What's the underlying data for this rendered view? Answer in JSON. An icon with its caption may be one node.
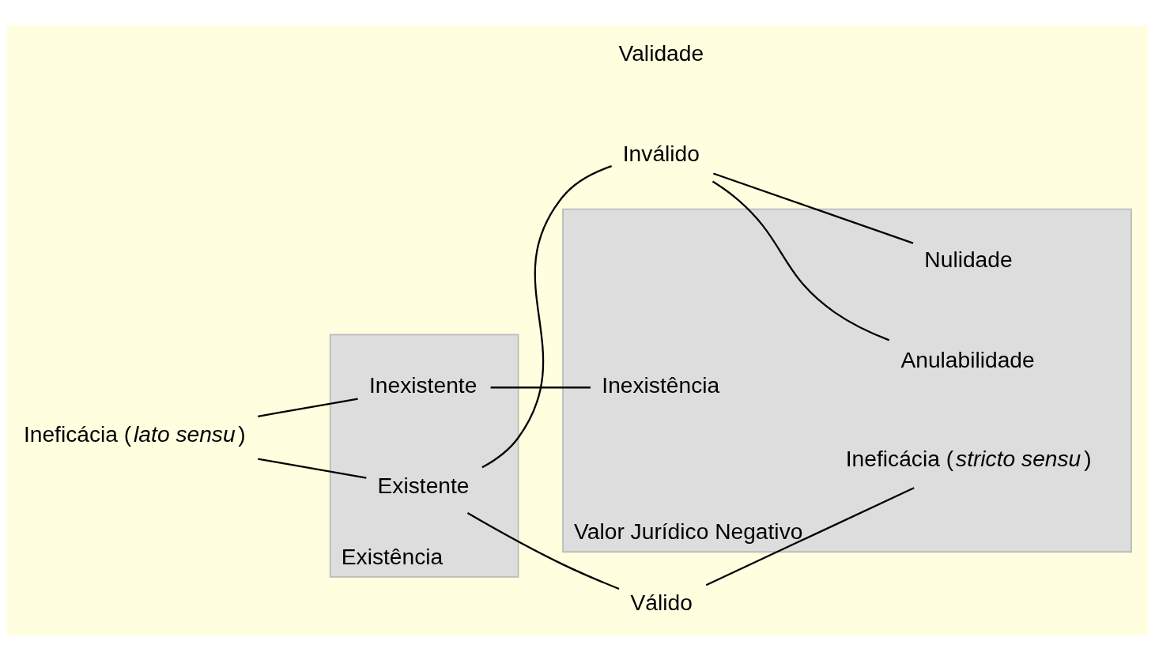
{
  "diagram": {
    "nodes": [
      {
        "text": [
          "Existência"
        ]
      },
      {
        "text": [
          "Valor Jurídico Negativo"
        ]
      },
      {
        "text": [
          "Ineficácia (*lato sensu*)"
        ]
      },
      {
        "text": [
          "Inexistente"
        ],
        "in": 0
      },
      {
        "text": [
          "Existente"
        ],
        "in": 0
      },
      {
        "text": [
          "Inválido"
        ]
      },
      {
        "text": [
          "Válido"
        ]
      },
      {
        "text": [
          "Inexistência"
        ],
        "in": 1
      },
      {
        "text": [
          "Nulidade"
        ],
        "in": 1
      },
      {
        "text": [
          "Anulabilidade"
        ],
        "in": 1
      },
      {
        "text": [
          "Ineficácia (*stricto sensu*)"
        ],
        "in": 1
      }
    ],
    "edges": [
      {
        "from": 2,
        "to": 3,
        "arrow": "none"
      },
      {
        "from": 2,
        "to": 4,
        "arrow": "none"
      },
      {
        "from": 4,
        "to": 5,
        "arrow": "none"
      },
      {
        "from": 4,
        "to": 6,
        "arrow": "none"
      },
      {
        "from": 5,
        "to": 8,
        "arrow": "none"
      },
      {
        "from": 5,
        "to": 9,
        "arrow": "none"
      },
      {
        "from": 3,
        "to": 7,
        "arrow": "none"
      },
      {
        "from": 6,
        "to": 10,
        "arrow": "none"
      }
    ],
    "labels": [
      "Validade"
    ]
  }
}
